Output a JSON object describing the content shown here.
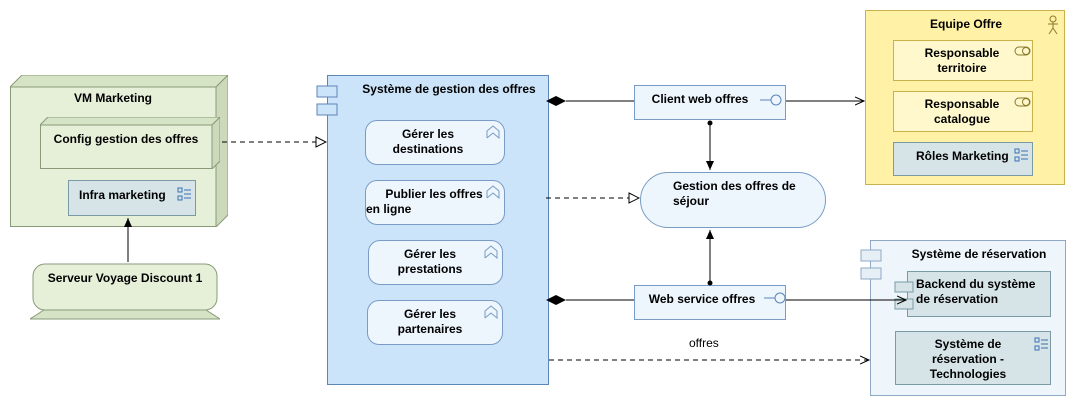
{
  "nodes": {
    "vm_marketing": "VM Marketing",
    "config_gestion": "Config gestion des offres",
    "infra_marketing": "Infra marketing",
    "serveur": "Serveur Voyage Discount 1",
    "systeme_gestion": "Système de gestion des offres",
    "gerer_destinations": [
      "Gérer les",
      "destinations"
    ],
    "publier_offres": [
      "Publier les offres",
      "en ligne"
    ],
    "gerer_prestations": [
      "Gérer les",
      "prestations"
    ],
    "gerer_partenaires": [
      "Gérer les",
      "partenaires"
    ],
    "client_web": "Client web offres",
    "gestion_offres_sejour": [
      "Gestion des offres de",
      "séjour"
    ],
    "web_service": "Web service offres",
    "equipe_offre": "Equipe Offre",
    "resp_territoire": [
      "Responsable",
      "territoire"
    ],
    "resp_catalogue": [
      "Responsable",
      "catalogue"
    ],
    "roles_marketing": "Rôles Marketing",
    "systeme_reservation": "Système de réservation",
    "backend_reservation": [
      "Backend du système",
      "de réservation"
    ],
    "systeme_reservation_tech": [
      "Système de",
      "réservation -",
      "Technologies"
    ]
  },
  "edges": {
    "offres_label": "offres"
  },
  "colors": {
    "node_green": "#e6f0d9",
    "application_blue": "#cce4fa",
    "business_yellow": "#fff2a6",
    "technology_teal": "#d6e4e8"
  }
}
